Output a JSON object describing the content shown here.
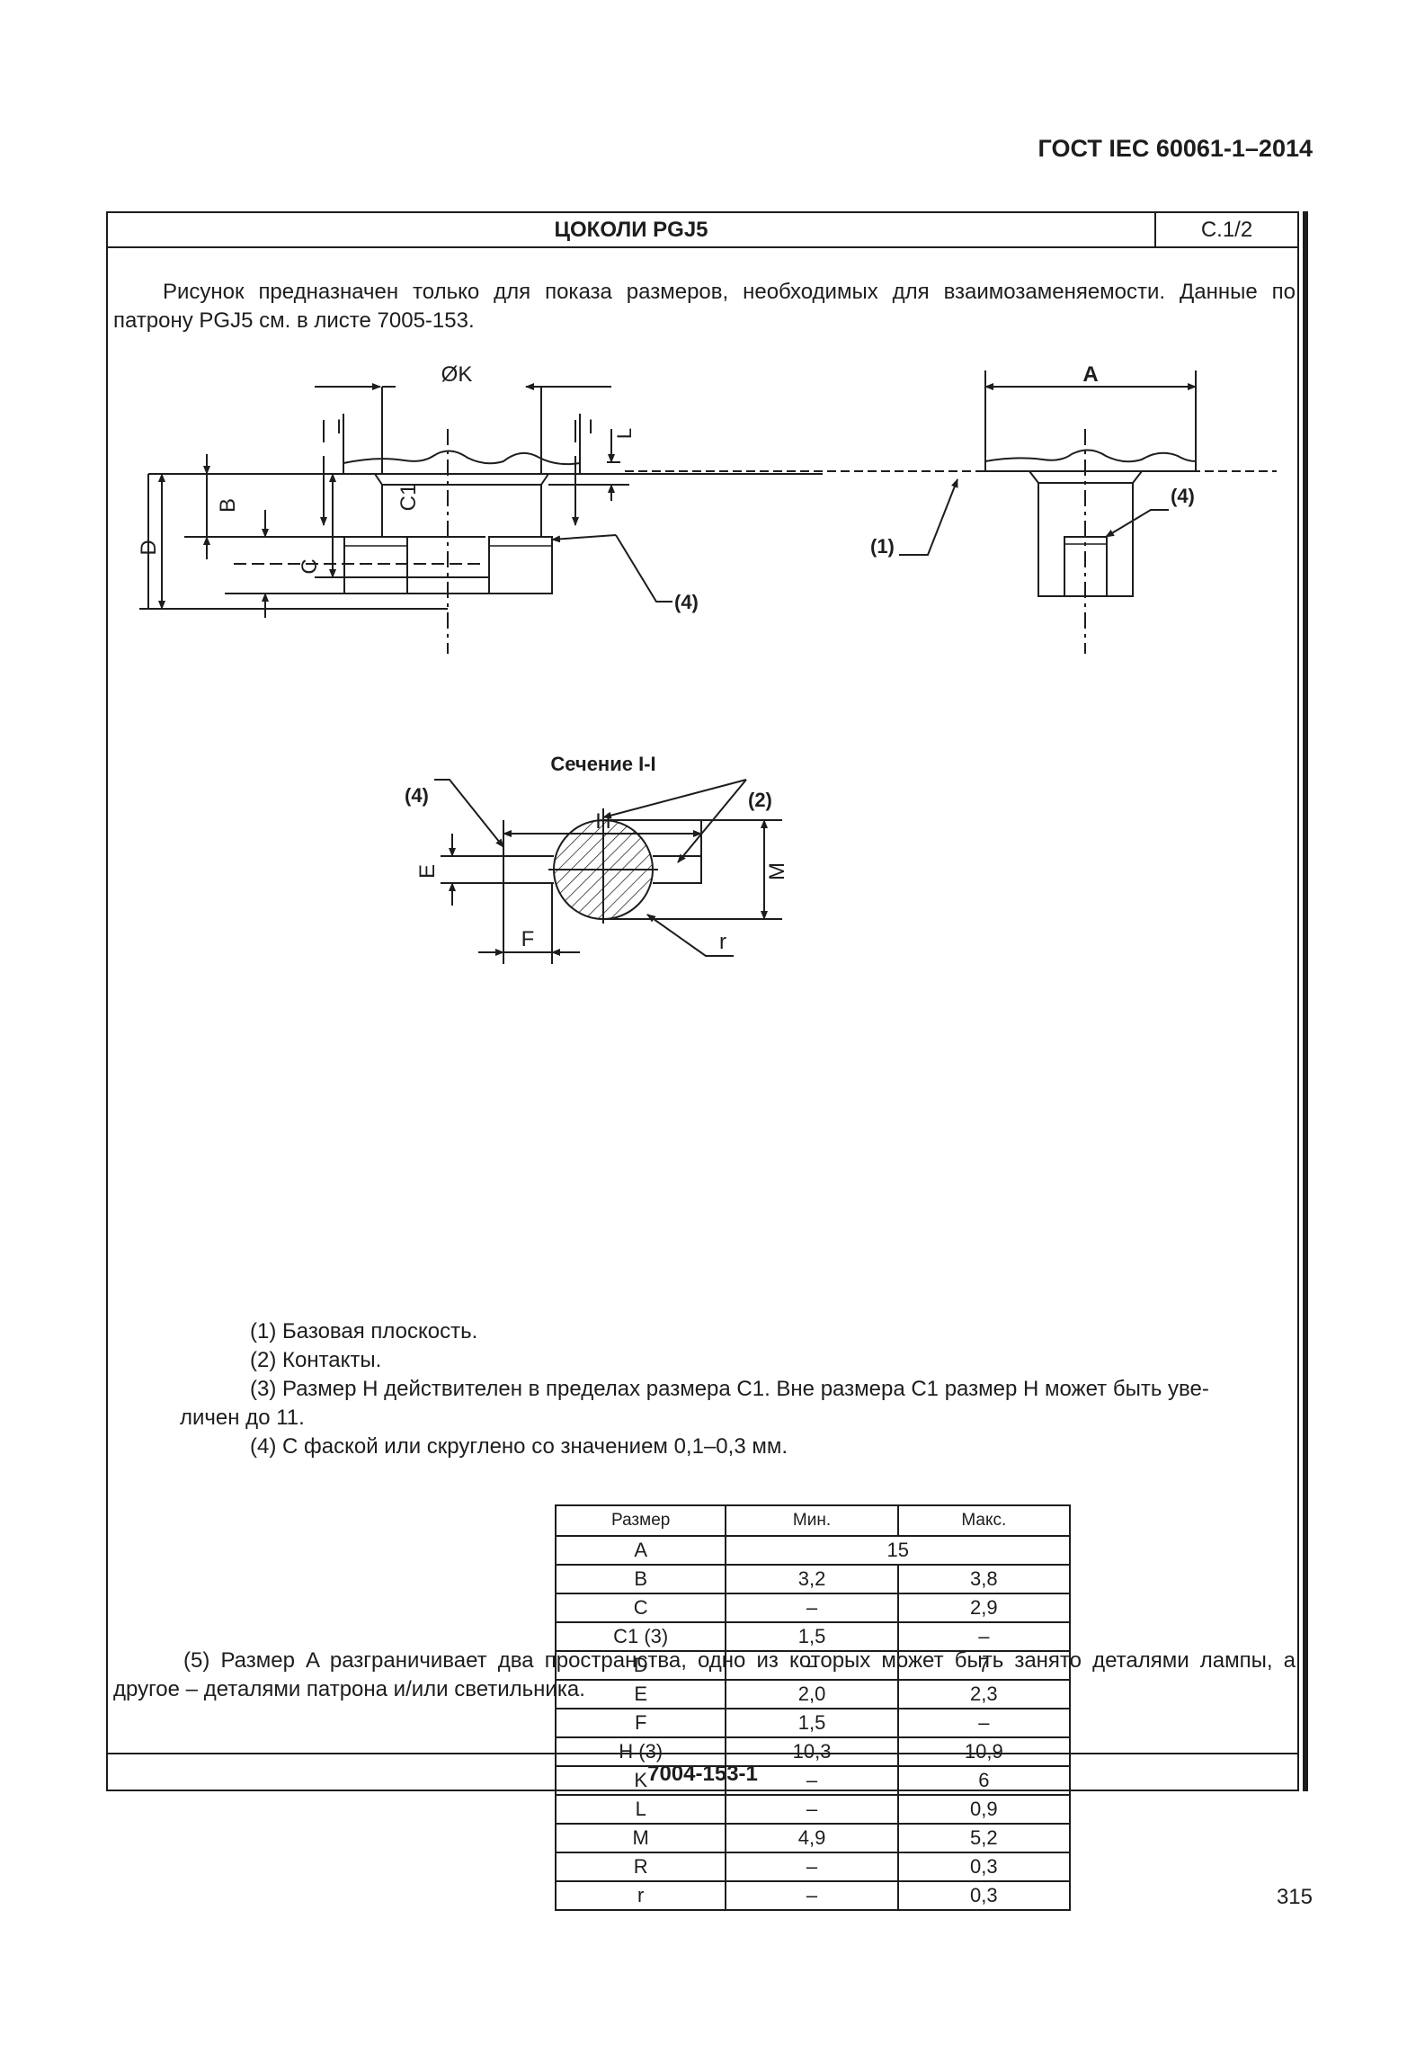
{
  "header": {
    "standard": "ГОСТ IEC 60061-1–2014"
  },
  "sheet": {
    "title": "ЦОКОЛИ PGJ5",
    "sheet_no": "С.1/2",
    "footer_code": "7004-153-1"
  },
  "intro": "Рисунок предназначен только для показа размеров, необходимых для взаимозаменяемости. Данные по патрону PGJ5 см. в листе 7005-153.",
  "figure": {
    "section_title": "Сечение I-I",
    "labels": {
      "phiK": "ØK",
      "A": "A",
      "L": "L",
      "D": "D",
      "B": "B",
      "C": "C",
      "C1": "C1",
      "I_left": "I",
      "I_right": "I",
      "n1": "(1)",
      "n4a": "(4)",
      "n4b": "(4)",
      "n4c": "(4)",
      "n2": "(2)",
      "H": "H",
      "E": "E",
      "M": "M",
      "F": "F",
      "r": "r"
    }
  },
  "notes": [
    "(1) Базовая плоскость.",
    "(2) Контакты.",
    "(3) Размер H действителен в пределах размера C1. Вне размера C1 размер H может быть уве-",
    "личен до 11.",
    "(4) С фаской или скруглено со значением 0,1–0,3 мм."
  ],
  "table": {
    "headers": [
      "Размер",
      "Мин.",
      "Макс."
    ],
    "rows": [
      [
        "A",
        "15",
        ""
      ],
      [
        "B",
        "3,2",
        "3,8"
      ],
      [
        "C",
        "–",
        "2,9"
      ],
      [
        "C1 (3)",
        "1,5",
        "–"
      ],
      [
        "D",
        "–",
        "7"
      ],
      [
        "E",
        "2,0",
        "2,3"
      ],
      [
        "F",
        "1,5",
        "–"
      ],
      [
        "H (3)",
        "10,3",
        "10,9"
      ],
      [
        "K",
        "–",
        "6"
      ],
      [
        "L",
        "–",
        "0,9"
      ],
      [
        "M",
        "4,9",
        "5,2"
      ],
      [
        "R",
        "–",
        "0,3"
      ],
      [
        "r",
        "–",
        "0,3"
      ]
    ]
  },
  "note5": "(5) Размер A разграничивает два пространства, одно из которых может быть занято деталями лампы, а другое – деталями патрона и/или светильника.",
  "page_number": "315"
}
